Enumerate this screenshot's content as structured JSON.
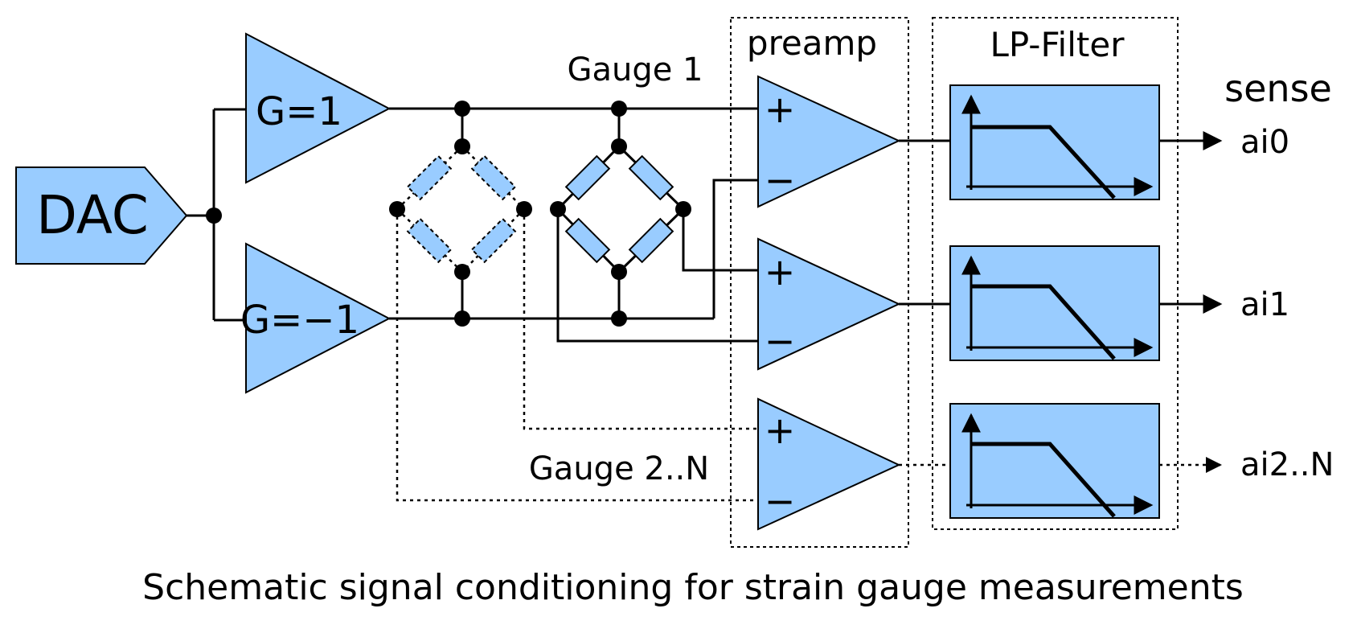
{
  "colors": {
    "block_fill": "#99ccff",
    "line": "#000000",
    "background": "#ffffff"
  },
  "labels": {
    "dac": "DAC",
    "gain_pos": "G=1",
    "gain_neg": "G=−1",
    "gauge1": "Gauge 1",
    "gauge2n": "Gauge 2..N",
    "preamp": "preamp",
    "lp_filter": "LP-Filter",
    "sense": "sense",
    "outputs": [
      "ai0",
      "ai1",
      "ai2..N"
    ],
    "plus": "+",
    "minus": "−"
  },
  "caption": "Schematic signal conditioning for strain gauge measurements"
}
